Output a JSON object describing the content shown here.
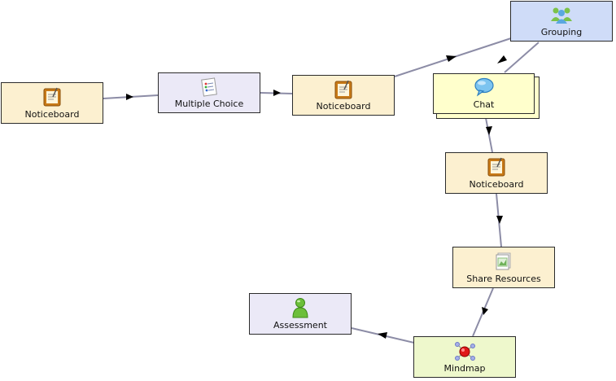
{
  "colors": {
    "notice_fill": "#fcf0d0",
    "lavender_fill": "#ebe9f7",
    "grouping_fill": "#cfdcf8",
    "chat_fill": "#ffffcc",
    "mindmap_fill": "#eef8cc",
    "edge": "#8c8ca6",
    "arrow": "#000000"
  },
  "nodes": {
    "noticeboard_1": {
      "label": "Noticeboard",
      "icon": "noticeboard-icon"
    },
    "multiple_choice": {
      "label": "Multiple Choice",
      "icon": "checklist-icon"
    },
    "noticeboard_2": {
      "label": "Noticeboard",
      "icon": "noticeboard-icon"
    },
    "grouping": {
      "label": "Grouping",
      "icon": "group-people-icon"
    },
    "chat": {
      "label": "Chat",
      "icon": "speech-bubble-icon"
    },
    "noticeboard_3": {
      "label": "Noticeboard",
      "icon": "noticeboard-icon"
    },
    "share_resources": {
      "label": "Share Resources",
      "icon": "resources-icon"
    },
    "mindmap": {
      "label": "Mindmap",
      "icon": "mindmap-icon"
    },
    "assessment": {
      "label": "Assessment",
      "icon": "person-icon"
    }
  },
  "edges": [
    {
      "from": "noticeboard_1",
      "to": "multiple_choice"
    },
    {
      "from": "multiple_choice",
      "to": "noticeboard_2"
    },
    {
      "from": "noticeboard_2",
      "to": "grouping"
    },
    {
      "from": "grouping",
      "to": "chat"
    },
    {
      "from": "chat",
      "to": "noticeboard_3"
    },
    {
      "from": "noticeboard_3",
      "to": "share_resources"
    },
    {
      "from": "share_resources",
      "to": "mindmap"
    },
    {
      "from": "mindmap",
      "to": "assessment"
    }
  ]
}
